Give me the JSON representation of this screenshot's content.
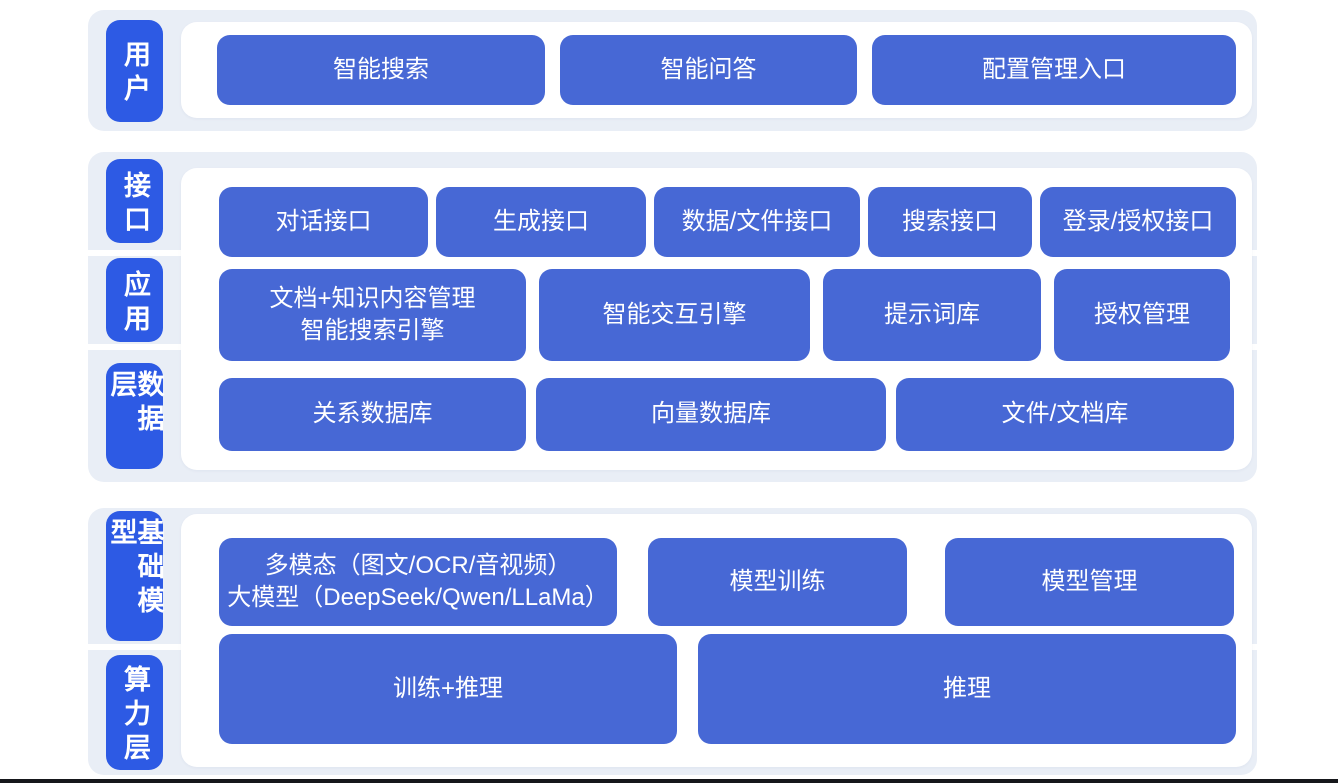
{
  "diagram": {
    "title": "AI platform layered architecture diagram",
    "colors": {
      "page_bg": "#ffffff",
      "band_bg": "#e9eef6",
      "card_bg": "#ffffff",
      "label_blue": "#2d5ae4",
      "block_blue": "#4768d5",
      "text_on_blue": "#ffffff",
      "footer_line": "#16171b"
    },
    "sections": [
      {
        "rows": [
          {
            "label": "用户",
            "buttons": [
              {
                "text": "智能搜索"
              },
              {
                "text": "智能问答"
              },
              {
                "text": "配置管理入口"
              }
            ]
          }
        ]
      },
      {
        "rows": [
          {
            "label": "接口",
            "buttons": [
              {
                "text": "对话接口"
              },
              {
                "text": "生成接口"
              },
              {
                "text": "数据/文件接口"
              },
              {
                "text": "搜索接口"
              },
              {
                "text": "登录/授权接口"
              }
            ]
          },
          {
            "label": "应用",
            "buttons": [
              {
                "lines": [
                  "文档+知识内容管理",
                  "智能搜索引擎"
                ]
              },
              {
                "text": "智能交互引擎"
              },
              {
                "text": "提示词库"
              },
              {
                "text": "授权管理"
              }
            ]
          },
          {
            "label": "数据层",
            "buttons": [
              {
                "text": "关系数据库"
              },
              {
                "text": "向量数据库"
              },
              {
                "text": "文件/文档库"
              }
            ]
          }
        ]
      },
      {
        "rows": [
          {
            "label": "基础模型",
            "buttons": [
              {
                "lines": [
                  "多模态（图文/OCR/音视频）",
                  "大模型（DeepSeek/Qwen/LLaMa）"
                ]
              },
              {
                "text": "模型训练"
              },
              {
                "text": "模型管理"
              }
            ]
          },
          {
            "label": "算力层",
            "buttons": [
              {
                "text": "训练+推理"
              },
              {
                "text": "推理"
              }
            ]
          }
        ]
      }
    ]
  }
}
